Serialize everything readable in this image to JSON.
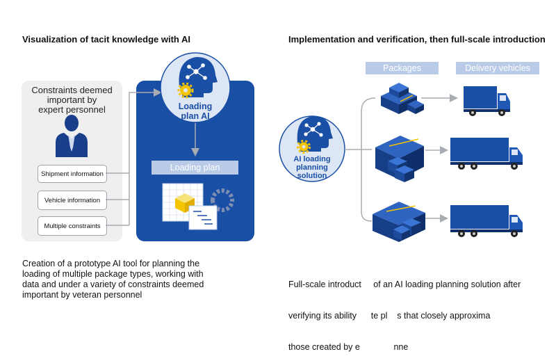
{
  "left": {
    "heading": "Visualization of tacit knowledge with AI",
    "constraints_title": [
      "Constraints deemed",
      "important by",
      "expert personnel"
    ],
    "inputs": [
      "Shipment information",
      "Vehicle information",
      "Multiple constraints"
    ],
    "ai_label": [
      "Loading",
      "plan AI"
    ],
    "output_label": "Loading plan",
    "caption": [
      "Creation of a prototype AI tool for planning the",
      "loading of multiple package types, working with",
      "data and under a variety of constraints deemed",
      "important by veteran personnel"
    ]
  },
  "right": {
    "heading": "Implementation and verification, then full-scale introduction",
    "packages_label": "Packages",
    "vehicles_label": "Delivery vehicles",
    "ai_label": [
      "AI loading",
      "planning",
      "solution"
    ],
    "caption": [
      "Full-scale introduct     of an AI loading planning solution after",
      "verifying its ability      te pl    s that closely approxima     ",
      "those created by e              nne"
    ]
  },
  "colors": {
    "primary_blue": "#1a4fa6",
    "light_blue": "#b9cbe6",
    "panel_gray": "#efefef",
    "accent_yellow": "#f5c400"
  },
  "icons": [
    "person-icon",
    "network-head-icon",
    "gear-icon",
    "truck-icon",
    "package-stack-icon",
    "plan-document-icon"
  ]
}
